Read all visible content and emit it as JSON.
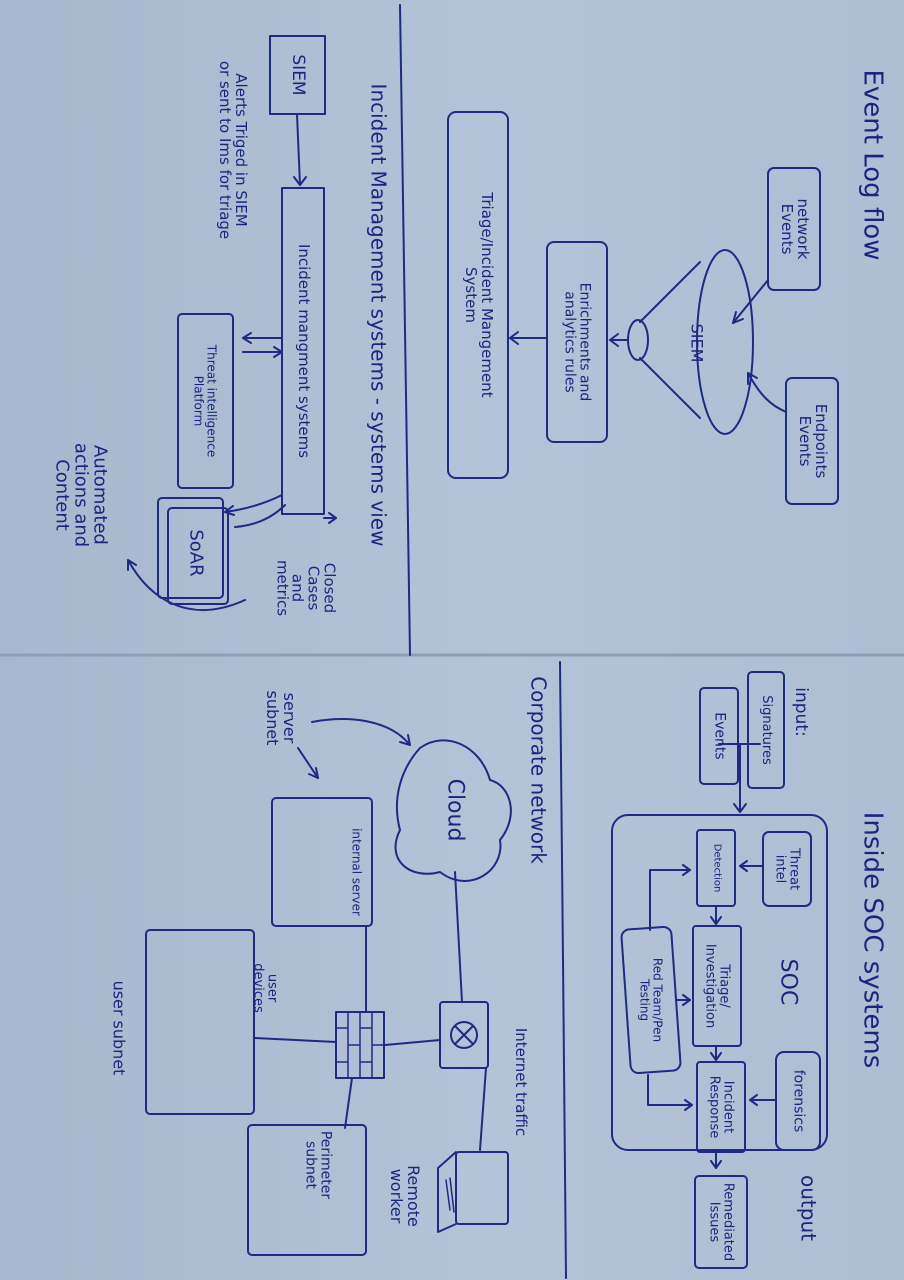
{
  "event_log_flow": {
    "title": "Event Log flow",
    "network_events": "network\nEvents",
    "endpoints_events": "Endpoints\nEvents",
    "siem": "SIEM",
    "enrichments": "Enrichments and\nanalytics rules",
    "triage": "Triage/Incident Mangement\nSystem"
  },
  "incident_management": {
    "title": "Incident Management systems - systems view",
    "siem": "SIEM",
    "ims": "Incident mangment systems",
    "threat_intel": "Threat intelligence\nPlatform",
    "soar": "SoAR",
    "closed_cases": "Closed\nCases\nand\nmetrics",
    "alerts_note": "Alerts Triged in SIEM\nor sent to Ims for triage",
    "automated": "Automated\nactions and\nContent"
  },
  "inside_soc": {
    "title": "Inside SOC systems",
    "input_label": "input:",
    "signatures": "Signatures",
    "events": "Events",
    "soc_label": "SOC",
    "threat_intel": "Threat\nintel",
    "forensics": "forensics",
    "detection": "Detection",
    "triage": "Triage/\nInvestigation",
    "incident_response": "Incident\nResponse",
    "red_team": "Red Team/Pen\nTesting",
    "output_label": "output",
    "remediated": "Remediated\nIssues"
  },
  "corporate_network": {
    "title": "Corporate network",
    "cloud": "Cloud",
    "server_subnet": "server\nsubnet",
    "internal_server": "internal server",
    "internet_traffic": "Internet traffic",
    "remote_worker": "Remote\nworker",
    "user_subnet": "user subnet",
    "user_devices": "user\ndevices",
    "perimeter_subnet": "Perimeter\nsubnet"
  }
}
